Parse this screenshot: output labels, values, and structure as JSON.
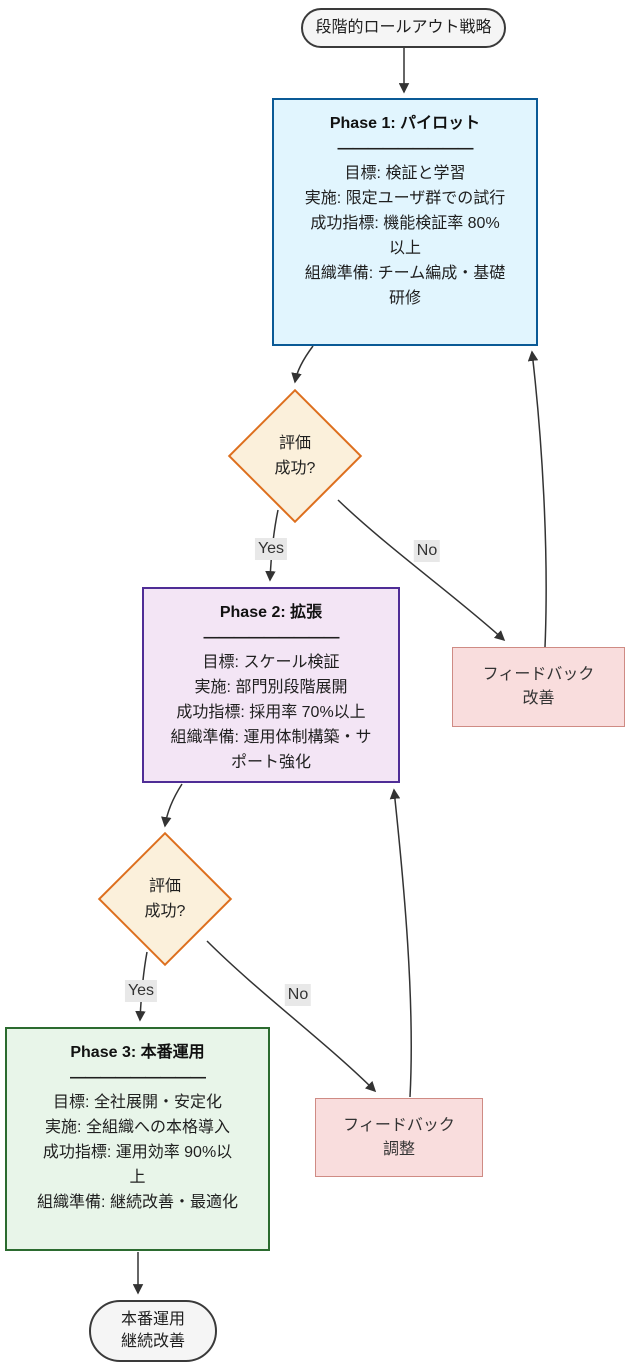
{
  "diagram": {
    "start_label": "段階的ロールアウト戦略",
    "phase_separator": "―――――――――",
    "phases": [
      {
        "title": "Phase 1: パイロット",
        "lines": [
          "目標: 検証と学習",
          "実施: 限定ユーザ群での試行",
          "成功指標: 機能検証率 80%以上",
          "組織準備: チーム編成・基礎研修"
        ]
      },
      {
        "title": "Phase 2: 拡張",
        "lines": [
          "目標: スケール検証",
          "実施: 部門別段階展開",
          "成功指標: 採用率 70%以上",
          "組織準備: 運用体制構築・サポート強化"
        ]
      },
      {
        "title": "Phase 3: 本番運用",
        "lines": [
          "目標: 全社展開・安定化",
          "実施: 全組織への本格導入",
          "成功指標: 運用効率 90%以上",
          "組織準備: 継続改善・最適化"
        ]
      }
    ],
    "decisions": [
      {
        "line1": "評価",
        "line2": "成功?"
      },
      {
        "line1": "評価",
        "line2": "成功?"
      }
    ],
    "edge_labels": {
      "yes": "Yes",
      "no": "No"
    },
    "feedback_nodes": [
      {
        "line1": "フィードバック",
        "line2": "改善"
      },
      {
        "line1": "フィードバック",
        "line2": "調整"
      }
    ],
    "end_node": {
      "line1": "本番運用",
      "line2": "継続改善"
    }
  },
  "colors": {
    "edge_color": "#333333",
    "label_bg": "#e8e8e8",
    "terminal_fill": "#f5f5f5",
    "terminal_stroke": "#3a3a3a",
    "phase1_fill": "#E1F5FE",
    "phase1_stroke": "#0A5A96",
    "phase2_fill": "#F3E5F5",
    "phase2_stroke": "#4F2D96",
    "phase3_fill": "#E8F5E9",
    "phase3_stroke": "#2B6B2F",
    "decision_fill": "#FBF0DB",
    "decision_stroke": "#DD6F1E",
    "feedback_fill": "#F9DDDD",
    "feedback_stroke": "#CF8B84"
  }
}
